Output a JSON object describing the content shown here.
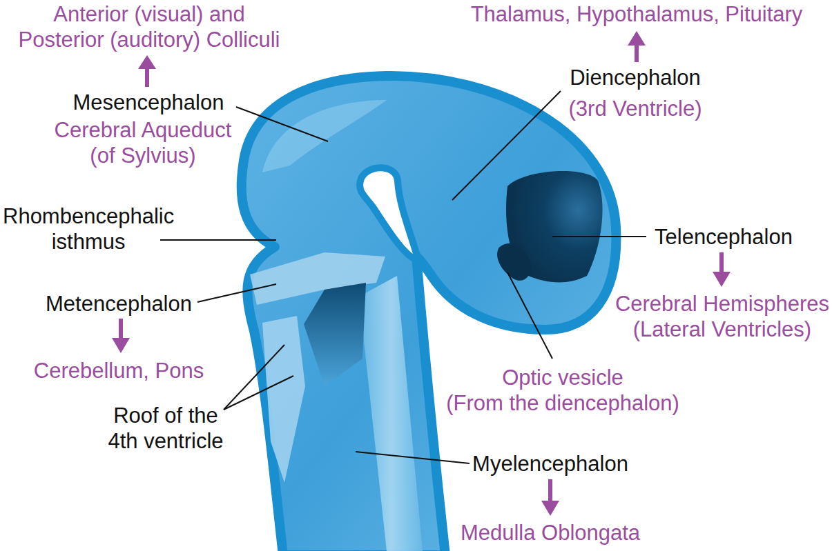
{
  "diagram": {
    "labels": [
      "Anterior (visual) and Posterior (auditory) Colliculi",
      "Thalamus, Hypothalamus, Pituitary",
      "Mesencephalon",
      "Cerebral Aqueduct (of Sylvius)",
      "Diencephalon",
      "(3rd Ventricle)",
      "Rhombencephalic isthmus",
      "Telencephalon",
      "Metencephalon",
      "Cerebral Hemispheres (Lateral Ventricles)",
      "Cerebellum, Pons",
      "Optic vesicle (From the diencephalon)",
      "Roof of the 4th ventricle",
      "Myelencephalon",
      "Medulla Oblongata"
    ]
  }
}
